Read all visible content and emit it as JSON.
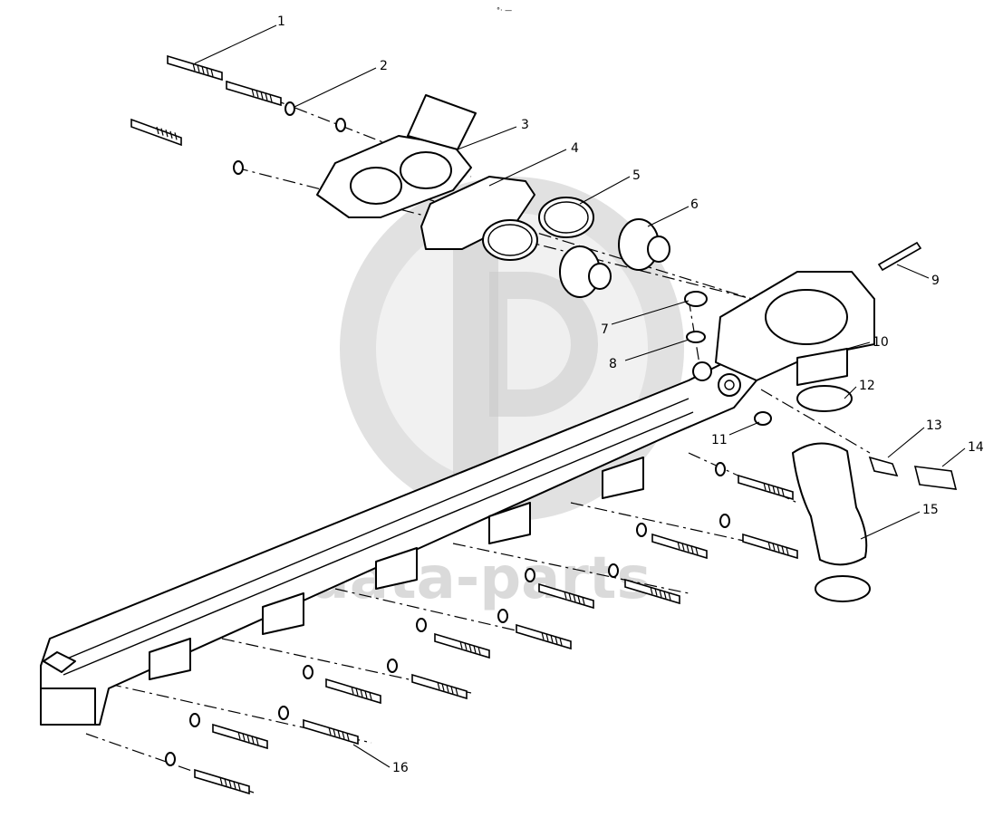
{
  "diagram": {
    "header_mark": "°· —",
    "watermark": {
      "text": "data-parts"
    },
    "callouts": [
      "1",
      "2",
      "3",
      "4",
      "5",
      "6",
      "7",
      "8",
      "9",
      "10",
      "11",
      "12",
      "13",
      "14",
      "15",
      "16"
    ]
  }
}
